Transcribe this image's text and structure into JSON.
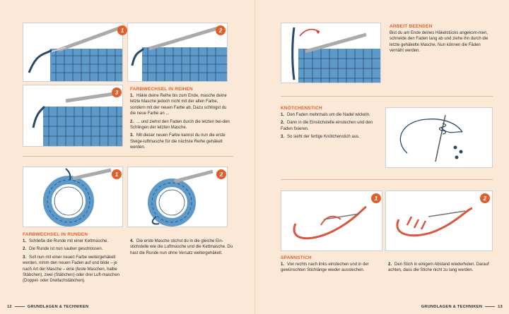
{
  "left": {
    "sections": {
      "farbwechsel_reihen": {
        "heading": "FARBWECHSEL IN REIHEN",
        "steps": [
          {
            "n": "1.",
            "text": "Häkle deine Reihe bis zum Ende, masche deine letzte Masche jedoch nicht mit der alten Farbe, sondern mit der neuen Farbe ab. Dazu schlingst du die neue Farbe an ..."
          },
          {
            "n": "2.",
            "text": "... und ziehst den Faden durch die letzten bei-den Schlingen der letzten Masche."
          },
          {
            "n": "3.",
            "text": "Mit dieser neuen Farbe kannst du nun die erste Steige-luftmasche für die nächste Reihe gehäkelt werden."
          }
        ]
      },
      "farbwechsel_runden": {
        "heading": "FARBWECHSEL IN RUNDEN",
        "steps_left": [
          {
            "n": "1.",
            "text": "Schließe die Runde mit einer Kettmasche."
          },
          {
            "n": "2.",
            "text": "Die Runde ist nun sauber geschlossen."
          },
          {
            "n": "3.",
            "text": "Soll nun mit einer neuen Farbe weitergehäkelt werden, nimm den neuen Faden auf und bilde – je nach Art der Masche – eine (feste Maschen, halbe Stäbchen), zwei (Stäbchen) oder drei Luft-maschen (Doppel- oder Dreifachstäbchen)."
          }
        ],
        "steps_right": [
          {
            "n": "4.",
            "text": "Die erste Masche stichst du in die gleiche Ein-stichstelle wie die Luftmasche und die Kettmasche. Du hast die Runde nun ohne Versatz weitergehäkelt."
          }
        ]
      }
    },
    "badges": [
      "1",
      "2",
      "3",
      "1",
      "2"
    ],
    "footer": {
      "page": "12",
      "label": "GRUNDLAGEN & TECHNIKEN"
    }
  },
  "right": {
    "sections": {
      "arbeit_beenden": {
        "heading": "ARBEIT BEENDEN",
        "text": "Bist du am Ende deines Häkelstücks angekom-men, schneide den Faden lang ab und ziehe ihn durch die letzte gehäkelte Masche. Nun können die Fäden vernäht werden."
      },
      "knoetchenstich": {
        "heading": "KNÖTCHENSTICH",
        "steps": [
          {
            "n": "1.",
            "text": "Den Faden mehrmals um die Nadel wickeln."
          },
          {
            "n": "2.",
            "text": "Dann in die Einstichstelle einstechen und den Faden fixieren."
          },
          {
            "n": "3.",
            "text": "So sieht der fertige Knötchenstich aus."
          }
        ]
      },
      "spannstich": {
        "heading": "SPANNSTICH",
        "steps_left": [
          {
            "n": "1.",
            "text": "Von rechts nach links einstechen und in der gewünschten Stichlänge wieder ausstechen."
          }
        ],
        "steps_right": [
          {
            "n": "2.",
            "text": "Den Stich in einigem Abstand wiederholen. Darauf achten, dass die Stiche nicht zu lang werden."
          }
        ]
      }
    },
    "badges": [
      "1",
      "2"
    ],
    "footer": {
      "page": "13",
      "label": "GRUNDLAGEN & TECHNIKEN"
    }
  },
  "colors": {
    "accent": "#e0602c",
    "yarn_blue": "#5e9ac9",
    "yarn_dark": "#274a6b",
    "yarn_red": "#d9563f",
    "background": "#fbe8d6"
  }
}
